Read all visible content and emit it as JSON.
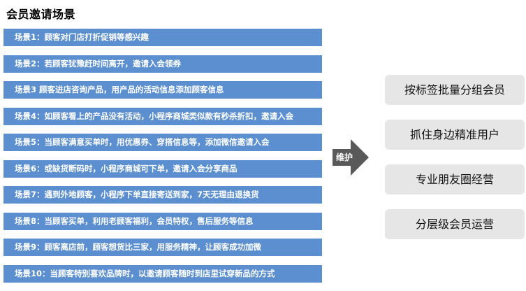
{
  "title": "会员邀请场景",
  "scenarios": [
    "场景1：顾客对门店打折促销等感兴趣",
    "场景2：若顾客犹豫赶时间离开，邀请入会领券",
    "场景3 顾客进店咨询产品，用产品的活动信息添加顾客信息",
    "场景4：如顾客看上的产品没有活动，小程序商城类似款有秒杀折扣，邀请入会",
    "场景5：当顾客满意买单时，用优惠券、穿搭信息等，添加微信邀请入会",
    "场景6：或缺货断码时，小程序商城可下单，邀请入会分享商品",
    "场景7：遇到外地顾客，小程序下单直接寄送到家，7天无理由退换货",
    "场景8：当顾客买单，利用老顾客福利，会员特权，售后服务等信息",
    "场景9：顾客离店前，顾客想货比三家，用服务精神，让顾客成功加微",
    "场景10：当顾客特别喜欢品牌时，以邀请顾客随时到店里试穿新品的方式"
  ],
  "arrow_label": "维护",
  "outcomes": [
    "按标签批量分组会员",
    "抓住身边精准用户",
    "专业朋友圈经营",
    "分层级会员运营"
  ],
  "colors": {
    "scenario_bg": "#5b8fd0",
    "arrow": "#595959",
    "outcome_bg": "#e6e6e6"
  }
}
